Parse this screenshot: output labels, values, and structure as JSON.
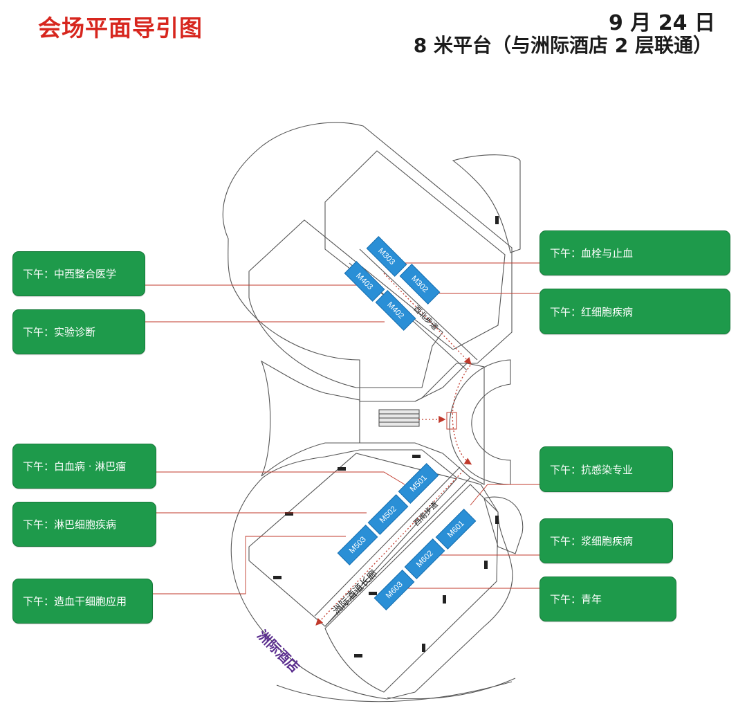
{
  "header": {
    "title": "会场平面导引图",
    "date": "9 月 24 日",
    "subtitle": "8 米平台（与洲际酒店 2 层联通）"
  },
  "colors": {
    "title_red": "#d7261e",
    "session_green": "#1e9a4b",
    "room_blue": "#2a8fd6",
    "connector_red": "#c0392b",
    "hotel_label_purple": "#5a2d8e"
  },
  "sessions": {
    "zhongxi": "下午：中西整合医学",
    "shiyan": "下午：实验诊断",
    "xueshuan": "下午：血栓与止血",
    "hongxibao": "下午：红细胞疾病",
    "baixuebing": "下午：白血病 · 淋巴瘤",
    "linba": "下午：淋巴细胞疾病",
    "zaoxue": "下午：造血干细胞应用",
    "kanganran": "下午：抗感染专业",
    "jiangxibao": "下午：浆细胞疾病",
    "qingnian": "下午：青年"
  },
  "rooms": {
    "m303": "M303",
    "m302": "M302",
    "m403": "M403",
    "m402": "M402",
    "m501": "M501",
    "m502": "M502",
    "m503": "M503",
    "m601": "M601",
    "m602": "M602",
    "m603": "M603"
  },
  "map_labels": {
    "northwest_walkway": "西北步道",
    "southwest_walkway": "西南步道",
    "hotel_corridor": "洲际酒道长廊",
    "hotel": "洲际酒店"
  }
}
